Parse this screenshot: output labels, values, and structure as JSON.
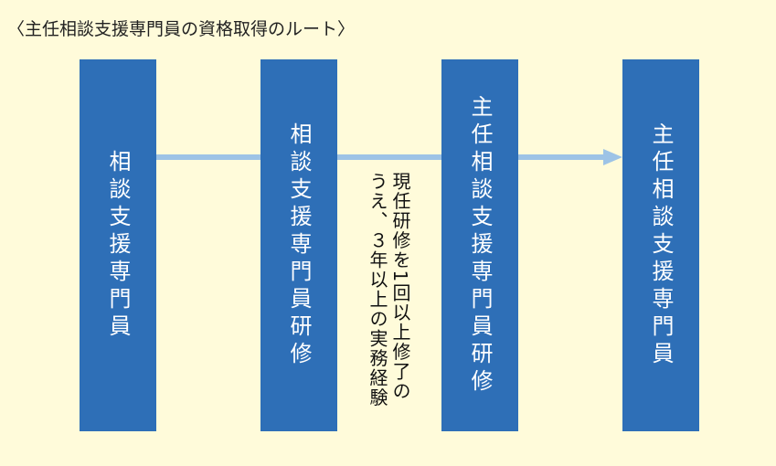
{
  "title": "〈主任相談支援専門員の資格取得のルート〉",
  "boxes": [
    "相談支援専門員",
    "相談支援専門員研修",
    "主任相談支援専門員研修",
    "主任相談支援専門員"
  ],
  "note": {
    "line1": "現任研修を1回以上修了の",
    "line2": "うえ、３年以上の実務経験"
  },
  "colors": {
    "background": "#FFFBDA",
    "box": "#2E6FB7",
    "arrow": "#9DC3E6"
  }
}
